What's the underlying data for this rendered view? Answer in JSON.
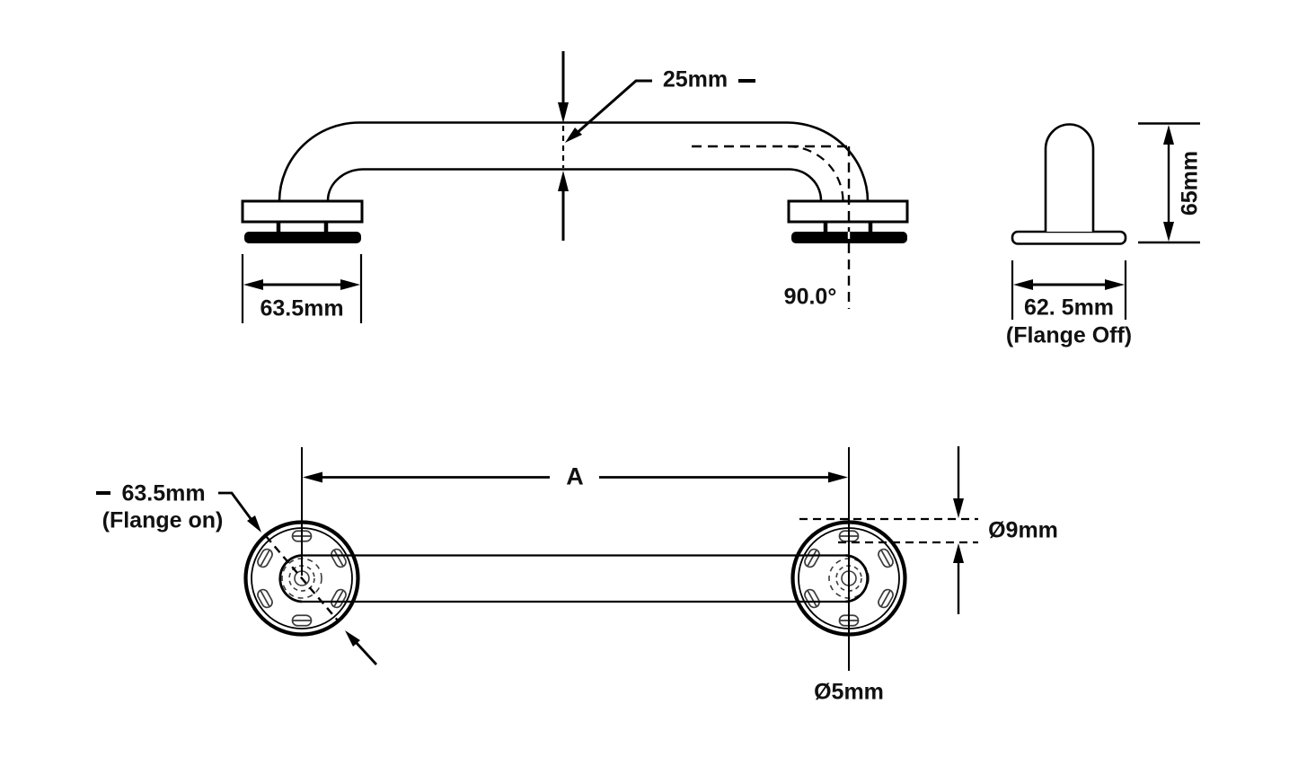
{
  "views": {
    "side": {
      "tube_diameter": "25mm",
      "flange_width": "63.5mm",
      "bend_angle": "90.0°"
    },
    "end": {
      "height": "65mm",
      "width": "62. 5mm",
      "note": "(Flange Off)"
    },
    "plan": {
      "flange_diameter": "63.5mm",
      "note": "(Flange on)",
      "length_label": "A",
      "slot_diameter": "Ø9mm",
      "hole_diameter": "Ø5mm"
    }
  },
  "colors": {
    "line": "#000000",
    "background": "#ffffff",
    "slot_line": "#3c3c3c"
  }
}
